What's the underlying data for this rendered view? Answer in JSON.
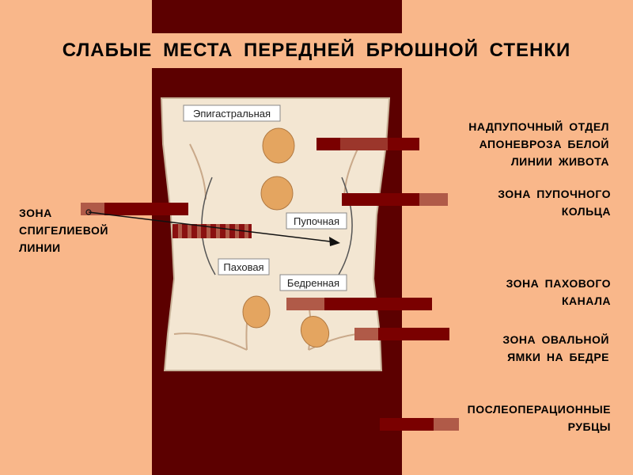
{
  "title": "СЛАБЫЕ МЕСТА ПЕРЕДНЕЙ БРЮШНОЙ СТЕНКИ",
  "labels": {
    "epigastric_title": "НАДПУПОЧНЫЙ ОТДЕЛ АПОНЕВРОЗА БЕЛОЙ ЛИНИИ ЖИВОТА",
    "umbilical": "ЗОНА ПУПОЧНОГО КОЛЬЦА",
    "inguinal": "ЗОНА ПАХОВОГО КАНАЛА",
    "femoral": "ЗОНА ОВАЛЬНОЙ ЯМКИ НА БЕДРЕ",
    "scars": "ПОСЛЕОПЕРАЦИОННЫЕ РУБЦЫ",
    "spigelian": "ЗОНА СПИГЕЛИЕВОЙ ЛИНИИ"
  },
  "diagram": {
    "epigastric": "Эпигастральная",
    "umbilical": "Пупочная",
    "inguinal": "Паховая",
    "femoral": "Бедренная"
  },
  "colors": {
    "background": "#f9b78a",
    "stripe": "#5c0000",
    "panel": "#f3e6d2",
    "hernia": "#e4a560",
    "bar_dark": "#7a0000",
    "bar_mid": "#b05a48"
  }
}
